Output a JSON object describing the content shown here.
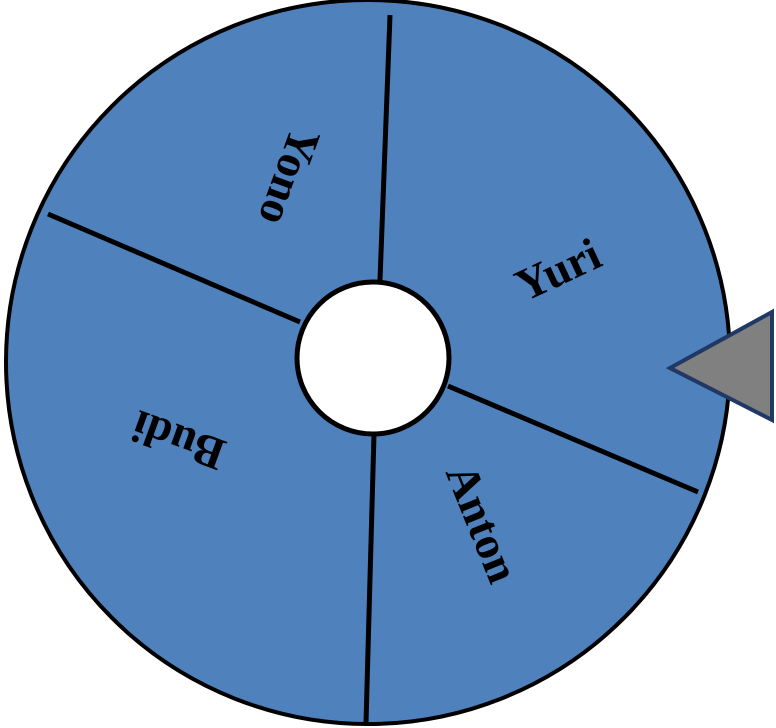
{
  "wheel": {
    "fill_color": "#4f81bd",
    "line_color": "#000000",
    "hub_color": "#ffffff",
    "segments": [
      {
        "label": "Yuri"
      },
      {
        "label": "Anton"
      },
      {
        "label": "Budi"
      },
      {
        "label": "Yono"
      }
    ]
  },
  "pointer": {
    "icon": "triangle-pointer-icon",
    "fill_color": "#808080",
    "stroke_color": "#1f3864"
  }
}
